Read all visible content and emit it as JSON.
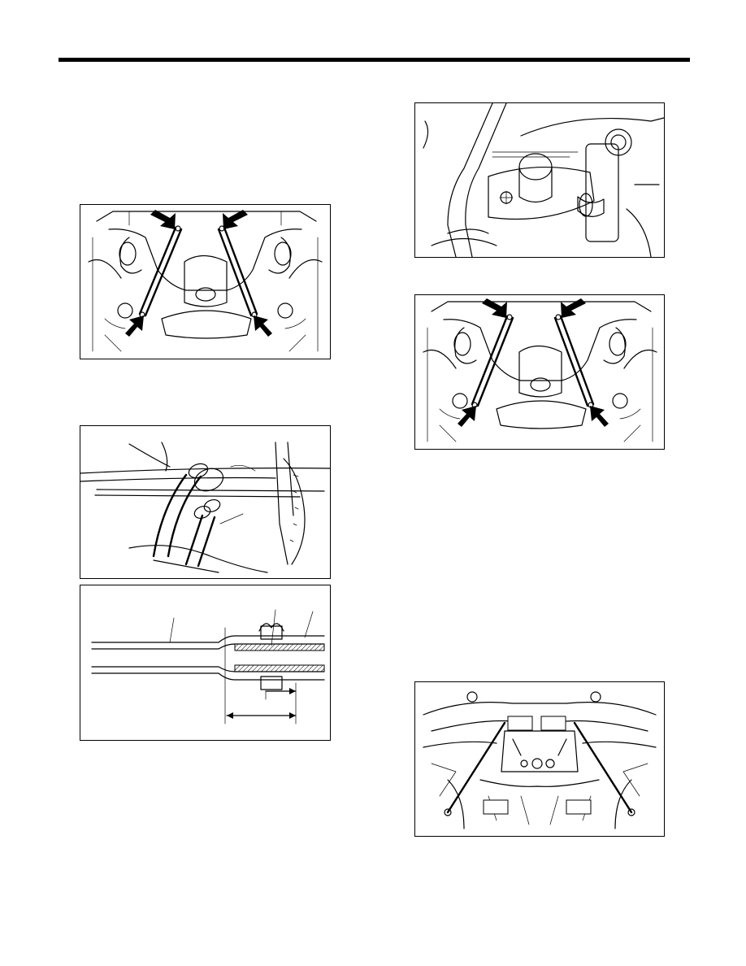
{
  "page": {
    "header_rule": "solid-black",
    "figures": [
      {
        "id": "fig1",
        "subject": "support-rear-differential-underbody",
        "callout_arrows": 4
      },
      {
        "id": "fig2",
        "subject": "rear-differential-mount-closeup",
        "callout_arrows": 0
      },
      {
        "id": "fig3",
        "subject": "support-rear-differential-underbody-installed",
        "callout_arrows": 4
      },
      {
        "id": "fig4",
        "subject": "hose-and-clamp-connection",
        "callout_arrows": 0
      },
      {
        "id": "fig5",
        "subject": "hose-insertion-length-section",
        "callout_arrows": 0
      },
      {
        "id": "fig6",
        "subject": "rear-suspension-lateral-link-locations",
        "callout_arrows": 0
      }
    ]
  }
}
